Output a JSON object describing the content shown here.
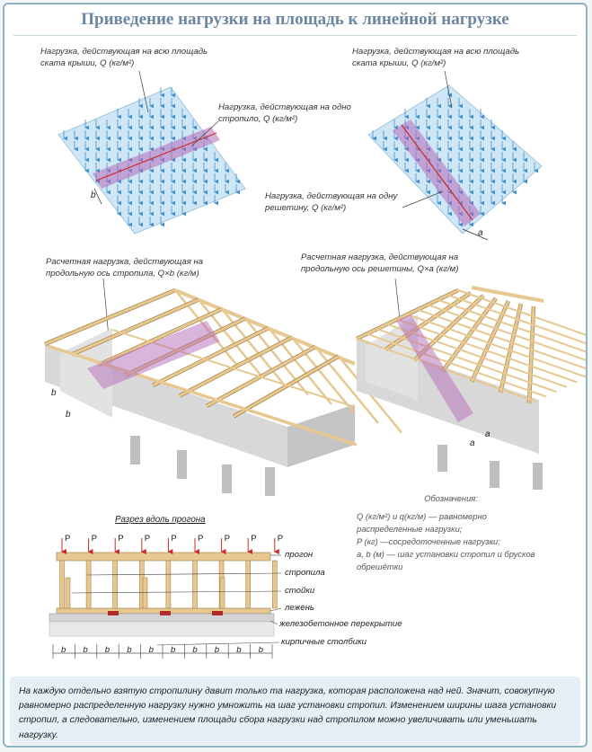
{
  "title": "Приведение нагрузки на площадь к линейной нагрузке",
  "labels": {
    "area_load_left": "Нагрузка, действующая на всю площадь ската крыши, Q (кг/м²)",
    "rafter_load": "Нагрузка, действующая на одно стропило, Q (кг/м²)",
    "area_load_right": "Нагрузка, действующая на всю площадь ската крыши, Q (кг/м²)",
    "batten_load": "Нагрузка, действующая на одну решетину, Q (кг/м²)",
    "design_rafter": "Расчетная нагрузка, действующая на продольную ось стропила, Q×b (кг/м)",
    "design_batten": "Расчетная нагрузка, действующая на продольную ось решетины, Q×a (кг/м)",
    "dim_b": "b",
    "dim_a": "a"
  },
  "legend": {
    "title": "Обозначения:",
    "line1": "Q (кг/м²) и q(кг/м) — равномерно распределенные нагрузки;",
    "line2": "P (кг) —сосредоточенные нагрузки;",
    "line3": "a, b (м) — шаг установки стропил и брусков обрешётки"
  },
  "section": {
    "title": "Разрез вдоль прогона",
    "p_label": "P",
    "b_label": "b",
    "p_count": 9,
    "b_count": 10,
    "parts": [
      "прогон",
      "стропила",
      "стойки",
      "лежень",
      "железобетонное перекрытие",
      "кирпичные столбики"
    ]
  },
  "bottom_text": "На каждую отдельно взятую стропилину давит только та нагрузка, которая расположена над ней. Значит, совокупную равномерно распределенную нагрузку нужно умножить на шаг установки стропил. Изменением ширины шага установки стропил, а следовательно, изменением площади сбора нагрузки над стропилом можно увеличивать или уменьшать нагрузку.",
  "colors": {
    "title": "#6b86a3",
    "plane": "#cfe6f5",
    "arrow": "#3f8fcf",
    "strip": "#b56bb8",
    "wood": "#e6c890",
    "wood_edge": "#a88650",
    "concrete": "#cfcfcf",
    "panel": "#e6eff5"
  }
}
